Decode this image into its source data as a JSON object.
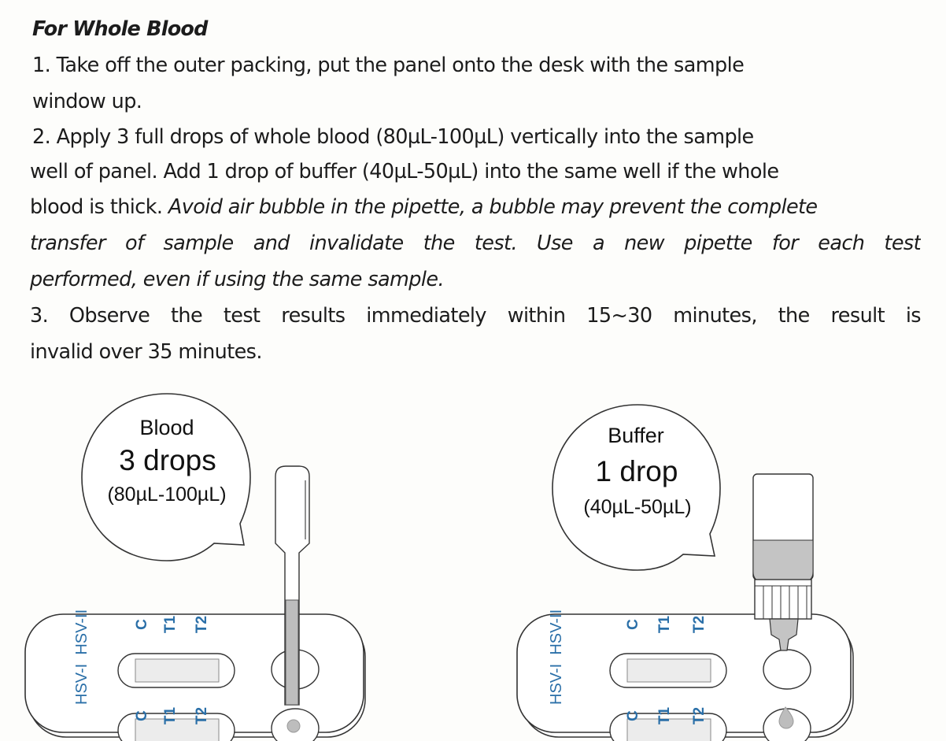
{
  "document": {
    "heading": "For Whole Blood",
    "step1": {
      "line1": "1. Take off the outer packing, put the panel onto the desk with the sample",
      "line2": "window up."
    },
    "step2": {
      "line1": "2. Apply 3 full drops of whole blood (80µL-100µL) vertically into the sample",
      "line2": "well of panel. Add 1 drop of buffer (40µL-50µL) into the same well if the whole",
      "line3_normal": "blood is thick. ",
      "line3_italic": "Avoid air bubble in the pipette, a bubble may prevent the complete",
      "line4_italic": "transfer of sample and invalidate the test. Use a new pipette for each test",
      "line5_italic": "performed, even if using the same sample."
    },
    "step3": {
      "line1": "3. Observe the test results immediately within 15~30 minutes, the result is",
      "line2": "invalid over 35 minutes."
    }
  },
  "diagrams": [
    {
      "id": "blood",
      "bubble_label": "Blood",
      "bubble_amount": "3 drops",
      "bubble_volume": "(80µL-100µL)",
      "tool": "pipette-icon",
      "panel": {
        "side_labels": "HSV-I  HSV-II",
        "strip_top_labels": [
          "C",
          "T1",
          "T2"
        ],
        "strip_bottom_labels": [
          "C",
          "T1",
          "T2"
        ]
      }
    },
    {
      "id": "buffer",
      "bubble_label": "Buffer",
      "bubble_amount": "1 drop",
      "bubble_volume": "(40µL-50µL)",
      "tool": "dropper-bottle-icon",
      "panel": {
        "side_labels": "HSV-I  HSV-II",
        "strip_top_labels": [
          "C",
          "T1",
          "T2"
        ],
        "strip_bottom_labels": [
          "C",
          "T1",
          "T2"
        ]
      }
    }
  ],
  "colors": {
    "panel_label_blue": "#2a6fa8",
    "outline": "#333333",
    "liquid_gray": "#c4c4c4",
    "window_gray": "#ececec"
  }
}
